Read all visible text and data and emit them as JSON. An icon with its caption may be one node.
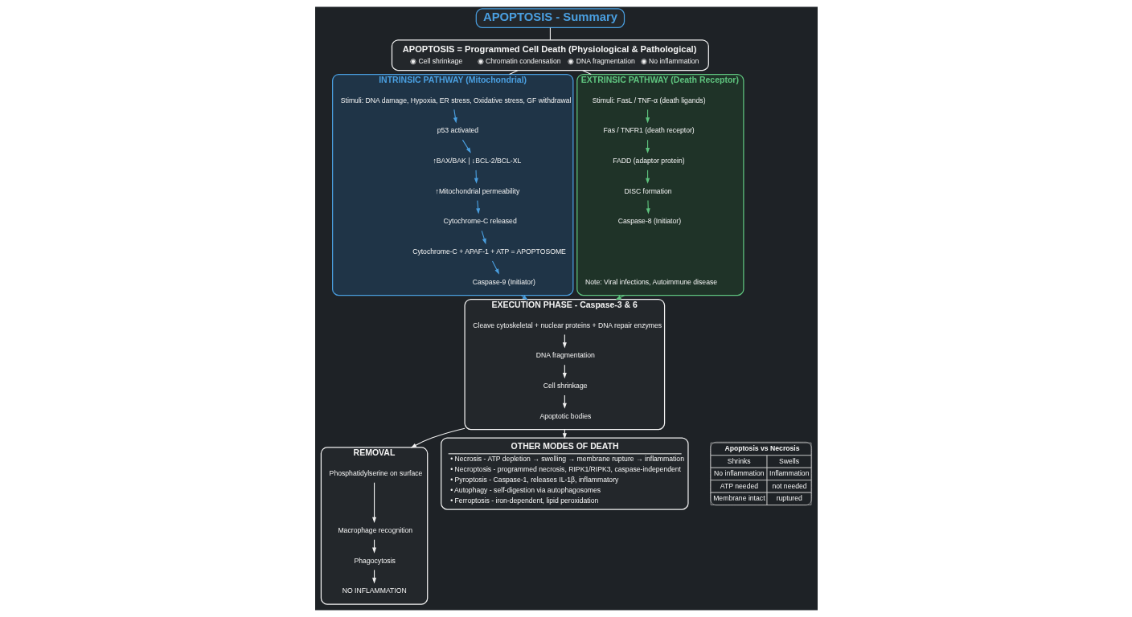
{
  "diagram": {
    "nodes": [
      {
        "text": [
          "APOPTOSIS - Summary"
        ]
      },
      {
        "text": [
          "APOPTOSIS = Programmed Cell Death (Physiological & Pathological)",
          "◉ Cell shrinkage",
          "◉ Chromatin condensation",
          "◉ DNA fragmentation",
          "◉ No inflammation"
        ]
      },
      {
        "text": [
          "INTRINSIC PATHWAY (Mitochondrial)"
        ]
      },
      {
        "text": [
          "Stimuli: DNA damage, Hypoxia, ER stress, Oxidative stress, GF withdrawal"
        ],
        "in": 2
      },
      {
        "text": [
          "p53 activated"
        ],
        "in": 2
      },
      {
        "text": [
          "↑BAX/BAK | ↓BCL-2/BCL-XL"
        ],
        "in": 2
      },
      {
        "text": [
          "↑Mitochondrial permeability"
        ],
        "in": 2
      },
      {
        "text": [
          "Cytochrome-C released"
        ],
        "in": 2
      },
      {
        "text": [
          "Cytochrome-C + APAF-1 + ATP = APOPTOSOME"
        ],
        "in": 2
      },
      {
        "text": [
          "Caspase-9 (Initiator)"
        ],
        "in": 2
      },
      {
        "text": [
          "EXTRINSIC PATHWAY (Death Receptor)"
        ]
      },
      {
        "text": [
          "Stimuli: FasL / TNF-α (death ligands)"
        ],
        "in": 10
      },
      {
        "text": [
          "Fas / TNFR1 (death receptor)"
        ],
        "in": 10
      },
      {
        "text": [
          "FADD (adaptor protein)"
        ],
        "in": 10
      },
      {
        "text": [
          "DISC formation"
        ],
        "in": 10
      },
      {
        "text": [
          "Caspase-8 (Initiator)"
        ],
        "in": 10
      },
      {
        "text": [
          "Note: Viral infections, Autoimmune disease"
        ],
        "in": 10
      },
      {
        "text": [
          "EXECUTION PHASE - Caspase-3 & 6"
        ]
      },
      {
        "text": [
          "Cleave cytoskeletal + nuclear proteins + DNA repair enzymes"
        ],
        "in": 17
      },
      {
        "text": [
          "DNA fragmentation"
        ],
        "in": 17
      },
      {
        "text": [
          "Cell shrinkage"
        ],
        "in": 17
      },
      {
        "text": [
          "Apoptotic bodies"
        ],
        "in": 17
      },
      {
        "text": [
          "REMOVAL"
        ]
      },
      {
        "text": [
          "Phosphatidylserine on surface"
        ],
        "in": 22
      },
      {
        "text": [
          "Macrophage recognition"
        ],
        "in": 22
      },
      {
        "text": [
          "Phagocytosis"
        ],
        "in": 22
      },
      {
        "text": [
          "NO INFLAMMATION"
        ],
        "in": 22
      },
      {
        "text": [
          "OTHER MODES OF DEATH",
          "• Necrosis - ATP depletion → swelling → membrane rupture → inflammation",
          "• Necroptosis - programmed necrosis, RIPK1/RIPK3, caspase-independent",
          "• Pyroptosis - Caspase-1, releases IL-1β, inflammatory",
          "• Autophagy - self-digestion via autophagosomes",
          "• Ferroptosis - iron-dependent, lipid peroxidation"
        ]
      }
    ],
    "edges": [
      {
        "from": 0,
        "to": 1,
        "arrow": "none"
      },
      {
        "from": 1,
        "to": 2,
        "arrow": "none"
      },
      {
        "from": 1,
        "to": 10,
        "arrow": "none"
      },
      {
        "from": 3,
        "to": 4,
        "arrow": "to",
        "color": "#4a9fe0"
      },
      {
        "from": 4,
        "to": 5,
        "arrow": "to",
        "color": "#4a9fe0"
      },
      {
        "from": 5,
        "to": 6,
        "arrow": "to",
        "color": "#4a9fe0"
      },
      {
        "from": 6,
        "to": 7,
        "arrow": "to",
        "color": "#4a9fe0"
      },
      {
        "from": 7,
        "to": 8,
        "arrow": "to",
        "color": "#4a9fe0"
      },
      {
        "from": 8,
        "to": 9,
        "arrow": "to",
        "color": "#4a9fe0"
      },
      {
        "from": 11,
        "to": 12,
        "arrow": "to",
        "color": "#5fc47f"
      },
      {
        "from": 12,
        "to": 13,
        "arrow": "to",
        "color": "#5fc47f"
      },
      {
        "from": 13,
        "to": 14,
        "arrow": "to",
        "color": "#5fc47f"
      },
      {
        "from": 14,
        "to": 15,
        "arrow": "to",
        "color": "#5fc47f"
      },
      {
        "from": 2,
        "to": 17,
        "arrow": "to",
        "color": "#4a9fe0"
      },
      {
        "from": 10,
        "to": 17,
        "arrow": "to",
        "color": "#5fc47f"
      },
      {
        "from": 18,
        "to": 19,
        "arrow": "to"
      },
      {
        "from": 19,
        "to": 20,
        "arrow": "to"
      },
      {
        "from": 20,
        "to": 21,
        "arrow": "to"
      },
      {
        "from": 17,
        "to": 22,
        "arrow": "to"
      },
      {
        "from": 17,
        "to": 27,
        "arrow": "to"
      },
      {
        "from": 23,
        "to": 24,
        "arrow": "to"
      },
      {
        "from": 24,
        "to": 25,
        "arrow": "to"
      },
      {
        "from": 25,
        "to": 26,
        "arrow": "to"
      }
    ],
    "labels": [
      "Apoptosis vs Necrosis",
      "Shrinks",
      "Swells",
      "No inflammation",
      "Inflammation",
      "ATP needed",
      "not needed",
      "Membrane intact",
      "ruptured"
    ]
  }
}
